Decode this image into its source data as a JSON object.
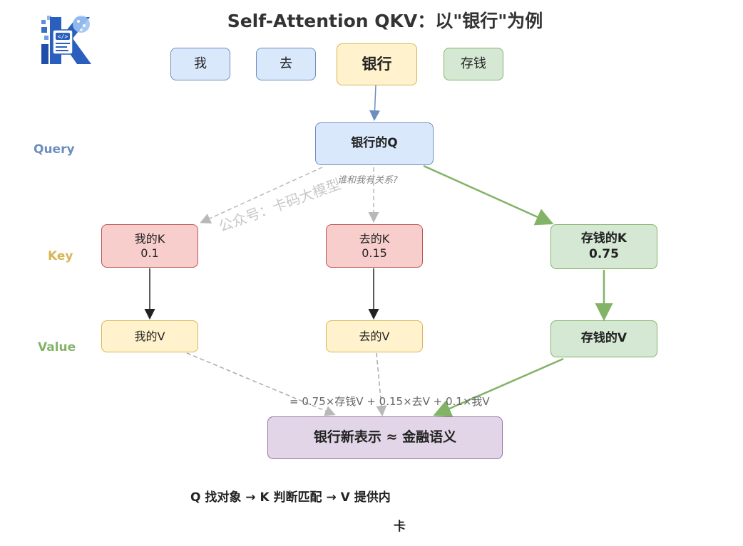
{
  "title": "Self-Attention QKV：以\"银行\"为例",
  "tokens": [
    {
      "label": "我"
    },
    {
      "label": "去"
    },
    {
      "label": "银行"
    },
    {
      "label": "存钱"
    }
  ],
  "query": {
    "label": "银行的Q",
    "row_label": "Query",
    "note": "谁和我有关系?"
  },
  "keys": {
    "row_label": "Key",
    "items": [
      {
        "label": "我的K",
        "score": "0.1"
      },
      {
        "label": "去的K",
        "score": "0.15"
      },
      {
        "label": "存钱的K",
        "score": "0.75"
      }
    ]
  },
  "values": {
    "row_label": "Value",
    "items": [
      {
        "label": "我的V"
      },
      {
        "label": "去的V"
      },
      {
        "label": "存钱的V"
      }
    ]
  },
  "formula": "= 0.75×存钱V + 0.15×去V + 0.1×我V",
  "result": {
    "label": "银行新表示 ≈ 金融语义"
  },
  "watermark": "公众号：卡码大模型",
  "footer": {
    "line1": "Q 找对象 → K 判断匹配 → V 提供内",
    "line2": "卡"
  },
  "colors": {
    "query_label": "#6c8ebf",
    "key_label": "#d6b656",
    "value_label": "#82b366",
    "green_arrow": "#82b366",
    "blue_arrow": "#6c8ebf",
    "dashed_arrow": "#b8b8b8"
  },
  "logo": {
    "icon": "code-document-brain-icon"
  }
}
